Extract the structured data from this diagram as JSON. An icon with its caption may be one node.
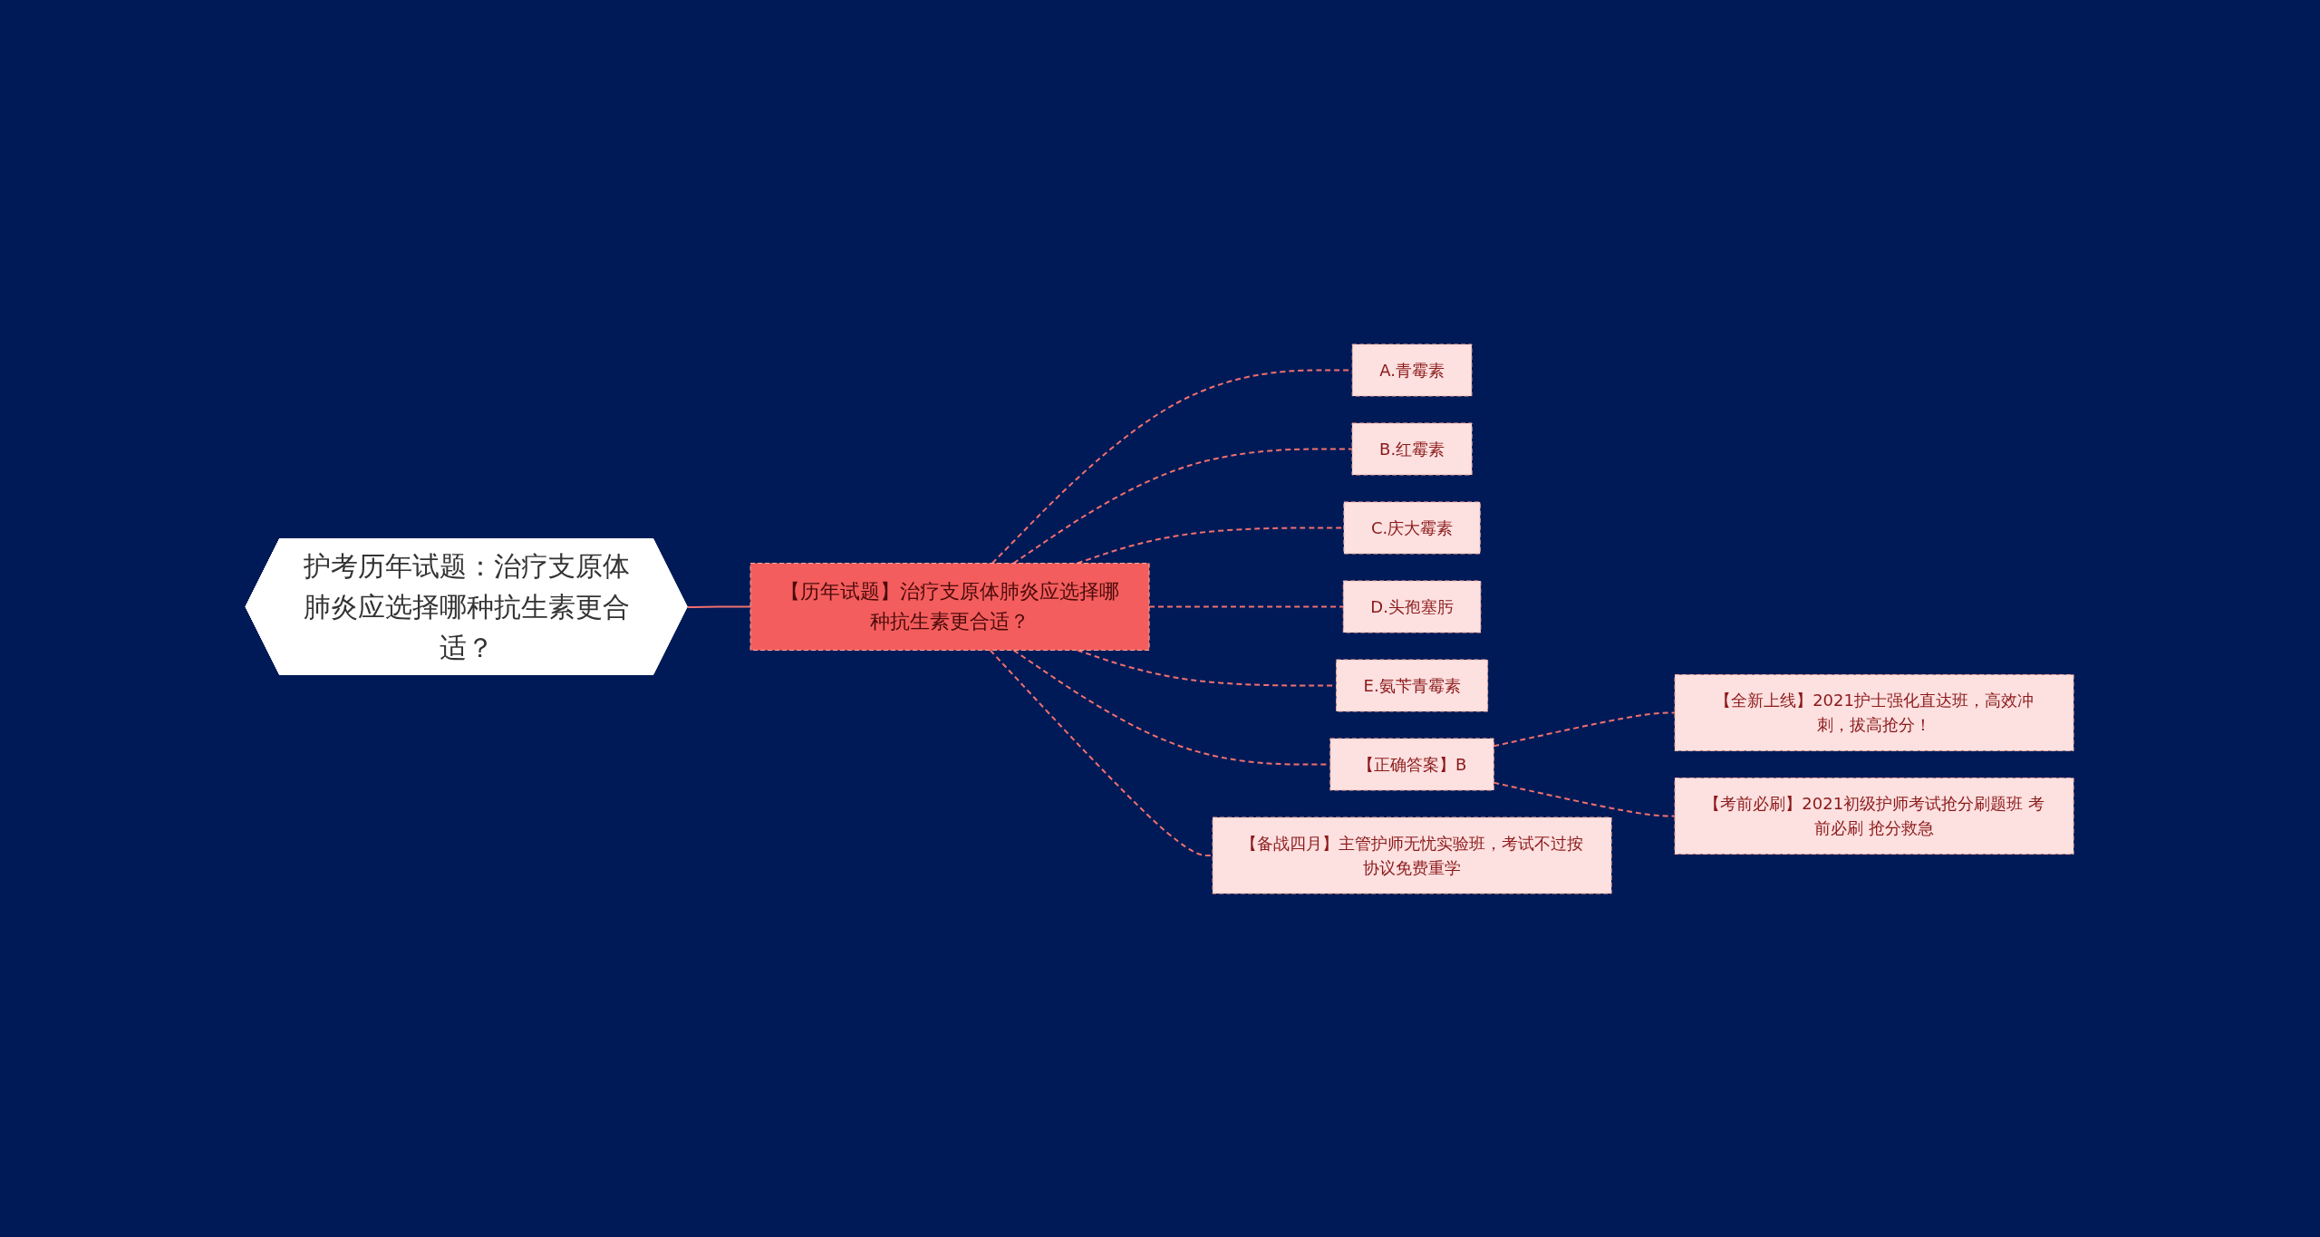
{
  "diagram": {
    "nodes": [
      {
        "text": [
          "护考历年试题：治疗支原体肺炎应选择哪种抗生素更合适？"
        ]
      },
      {
        "text": [
          "【历年试题】治疗支原体肺炎应选择哪种抗生素更合适？"
        ]
      },
      {
        "text": [
          "A.青霉素"
        ]
      },
      {
        "text": [
          "B.红霉素"
        ]
      },
      {
        "text": [
          "C.庆大霉素"
        ]
      },
      {
        "text": [
          "D.头孢塞肟"
        ]
      },
      {
        "text": [
          "E.氨苄青霉素"
        ]
      },
      {
        "text": [
          "【正确答案】B"
        ]
      },
      {
        "text": [
          "【全新上线】2021护士强化直达班，高效冲刺，拔高抢分！"
        ]
      },
      {
        "text": [
          "【考前必刷】2021初级护师考试抢分刷题班 考前必刷 抢分救急"
        ]
      },
      {
        "text": [
          "【备战四月】主管护师无忧实验班，考试不过按协议免费重学"
        ]
      }
    ],
    "edges": [
      {
        "from": 0,
        "to": 1,
        "arrow": "none"
      },
      {
        "from": 1,
        "to": 2,
        "arrow": "none",
        "style": "dashed"
      },
      {
        "from": 1,
        "to": 3,
        "arrow": "none",
        "style": "dashed"
      },
      {
        "from": 1,
        "to": 4,
        "arrow": "none",
        "style": "dashed"
      },
      {
        "from": 1,
        "to": 5,
        "arrow": "none",
        "style": "dashed"
      },
      {
        "from": 1,
        "to": 6,
        "arrow": "none",
        "style": "dashed"
      },
      {
        "from": 1,
        "to": 7,
        "arrow": "none",
        "style": "dashed"
      },
      {
        "from": 7,
        "to": 8,
        "arrow": "none",
        "style": "dashed"
      },
      {
        "from": 7,
        "to": 9,
        "arrow": "none",
        "style": "dashed"
      },
      {
        "from": 1,
        "to": 10,
        "arrow": "none",
        "style": "dashed"
      }
    ]
  }
}
